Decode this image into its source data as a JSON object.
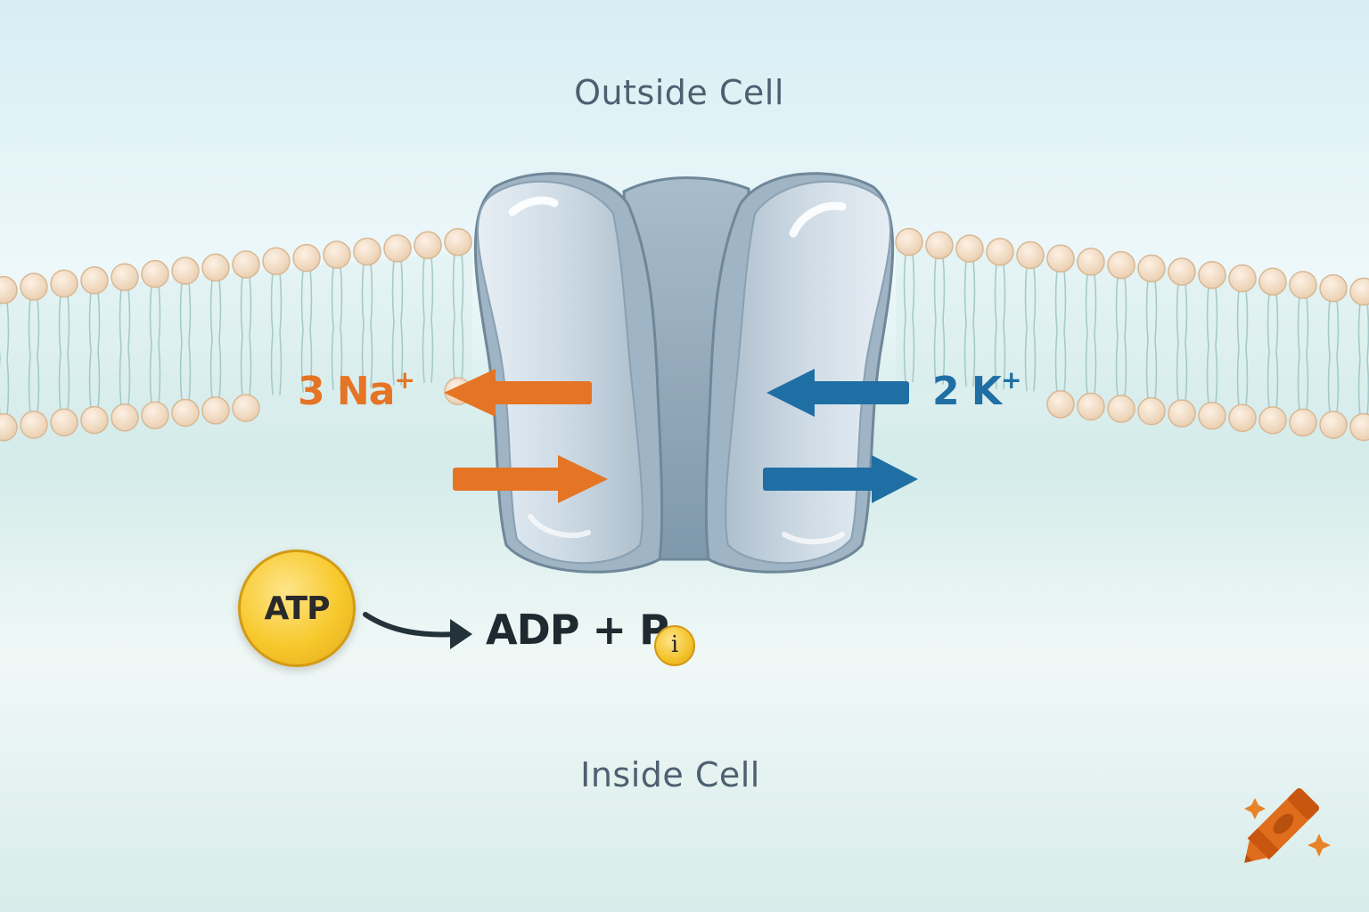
{
  "labels": {
    "outside": "Outside Cell",
    "inside": "Inside Cell"
  },
  "ions": {
    "sodium": {
      "count_symbol": "3 Na",
      "charge": "+"
    },
    "potassium": {
      "count_symbol": "2 K",
      "charge": "+"
    }
  },
  "reaction": {
    "reactant": "ATP",
    "products": "ADP + P",
    "phosphate_subscript": "i"
  },
  "colors": {
    "sodium": "#e57424",
    "potassium": "#1f6fa4",
    "protein": "#b9cad8",
    "lipid_head": "#f3dcc4",
    "atp": "#f7c92c"
  },
  "icons": [
    "crayon-logo-icon"
  ]
}
